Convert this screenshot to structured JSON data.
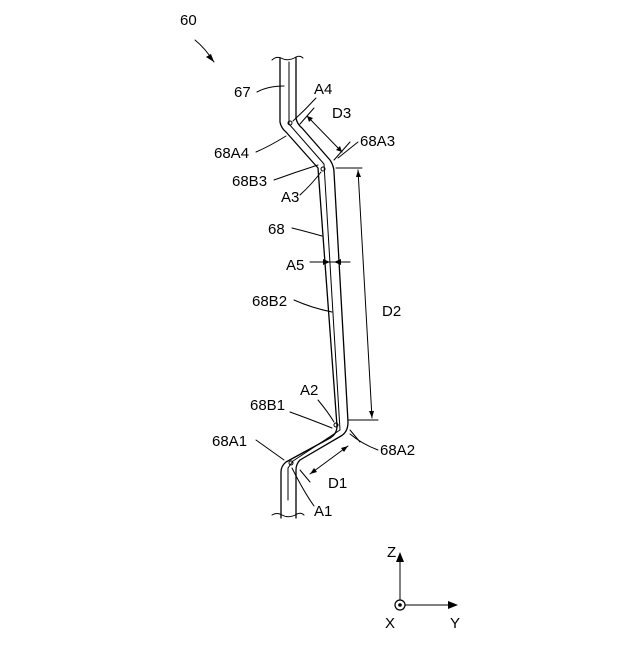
{
  "figure": {
    "ref": "60",
    "labels": {
      "l67": "67",
      "a4": "A4",
      "d3": "D3",
      "l68a3": "68A3",
      "l68a4": "68A4",
      "l68b3": "68B3",
      "a3": "A3",
      "l68": "68",
      "a5": "A5",
      "l68b2": "68B2",
      "d2": "D2",
      "a2": "A2",
      "l68b1": "68B1",
      "l68a1": "68A1",
      "l68a2": "68A2",
      "d1": "D1",
      "a1": "A1"
    },
    "axes": {
      "z": "Z",
      "x": "X",
      "y": "Y"
    }
  }
}
